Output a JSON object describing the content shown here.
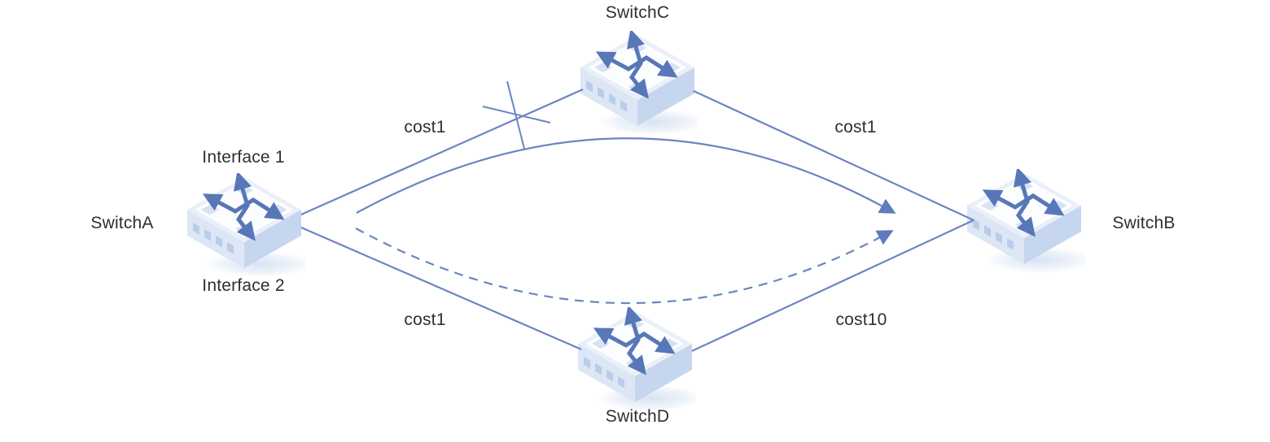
{
  "diagram": {
    "type": "network-topology",
    "nodes": {
      "a": {
        "label": "SwitchA"
      },
      "b": {
        "label": "SwitchB"
      },
      "c": {
        "label": "SwitchC"
      },
      "d": {
        "label": "SwitchD"
      }
    },
    "interfaces": {
      "if1": {
        "label": "Interface 1",
        "on": "SwitchA"
      },
      "if2": {
        "label": "Interface 2",
        "on": "SwitchA"
      }
    },
    "links": {
      "a_to_c": {
        "from": "SwitchA",
        "to": "SwitchC",
        "cost": "cost1",
        "blocked": true
      },
      "c_to_b": {
        "from": "SwitchC",
        "to": "SwitchB",
        "cost": "cost1",
        "blocked": false
      },
      "a_to_d": {
        "from": "SwitchA",
        "to": "SwitchD",
        "cost": "cost1",
        "blocked": false
      },
      "d_to_b": {
        "from": "SwitchD",
        "to": "SwitchB",
        "cost": "cost10",
        "blocked": false
      }
    },
    "flows": {
      "primary": {
        "from": "SwitchA",
        "to": "SwitchB",
        "line_style": "solid",
        "ends_with": "arrowhead"
      },
      "backup": {
        "from": "SwitchA",
        "to": "SwitchB",
        "line_style": "dashed",
        "ends_with": "arrowhead"
      }
    },
    "colors": {
      "link_line": "#6B85C1",
      "label_text": "#2F2F2F",
      "switch_glyph": "#5877B8",
      "switch_top_face": "#EAF0F9",
      "switch_left_face": "#DCE6F5",
      "switch_right_face": "#C7D6EF",
      "background": "#FFFFFF"
    }
  }
}
